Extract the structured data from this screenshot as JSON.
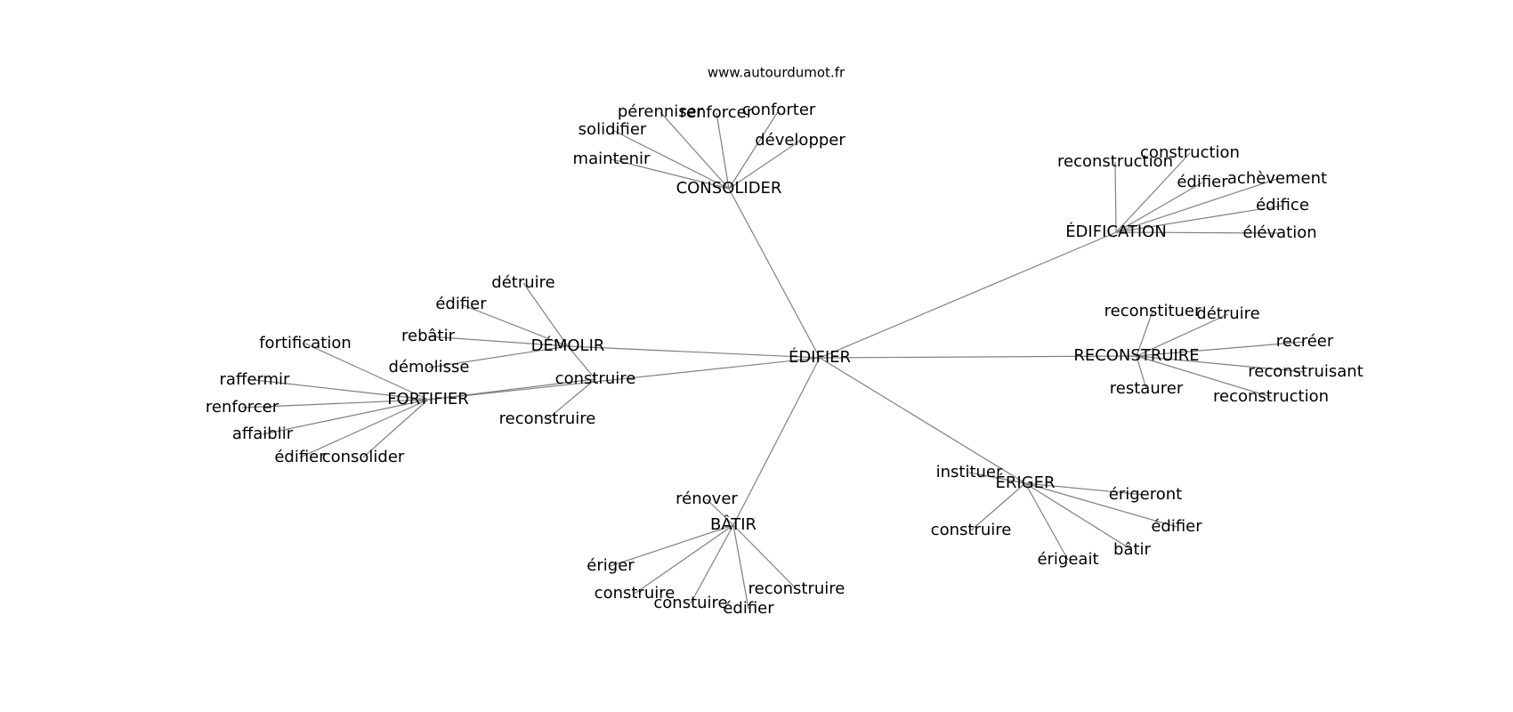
{
  "site": {
    "watermark": "www.autourdumot.fr"
  },
  "graph": {
    "center": "ÉDIFIER",
    "nodes": [
      {
        "id": "edifier_c",
        "label": "ÉDIFIER"
      },
      {
        "id": "consolider",
        "label": "CONSOLIDER"
      },
      {
        "id": "c_perenniser",
        "label": "pérenniser"
      },
      {
        "id": "c_renforcer",
        "label": "renforcer"
      },
      {
        "id": "c_conforter",
        "label": "conforter"
      },
      {
        "id": "c_solidifier",
        "label": "solidifier"
      },
      {
        "id": "c_developper",
        "label": "développer"
      },
      {
        "id": "c_maintenir",
        "label": "maintenir"
      },
      {
        "id": "edification",
        "label": "ÉDIFICATION"
      },
      {
        "id": "e_construction",
        "label": "construction"
      },
      {
        "id": "e_reconstruction",
        "label": "reconstruction"
      },
      {
        "id": "e_edifier",
        "label": "édifier"
      },
      {
        "id": "e_achevement",
        "label": "achèvement"
      },
      {
        "id": "e_edifice",
        "label": "édifice"
      },
      {
        "id": "e_elevation",
        "label": "élévation"
      },
      {
        "id": "demolir",
        "label": "DÉMOLIR"
      },
      {
        "id": "d_detruire",
        "label": "détruire"
      },
      {
        "id": "d_edifier",
        "label": "édifier"
      },
      {
        "id": "d_rebatir",
        "label": "rebâtir"
      },
      {
        "id": "d_demolisse",
        "label": "démolisse"
      },
      {
        "id": "d_construire",
        "label": "construire"
      },
      {
        "id": "d_reconstruire",
        "label": "reconstruire"
      },
      {
        "id": "fortifier",
        "label": "FORTIFIER"
      },
      {
        "id": "f_fortification",
        "label": "fortification"
      },
      {
        "id": "f_raffermir",
        "label": "raffermir"
      },
      {
        "id": "f_renforcer",
        "label": "renforcer"
      },
      {
        "id": "f_affaiblir",
        "label": "affaiblir"
      },
      {
        "id": "f_edifier",
        "label": "édifier"
      },
      {
        "id": "f_consolider",
        "label": "consolider"
      },
      {
        "id": "reconstruire",
        "label": "RECONSTRUIRE"
      },
      {
        "id": "r_reconstituer",
        "label": "reconstituer"
      },
      {
        "id": "r_detruire",
        "label": "détruire"
      },
      {
        "id": "r_recreer",
        "label": "recréer"
      },
      {
        "id": "r_reconstruisant",
        "label": "reconstruisant"
      },
      {
        "id": "r_restaurer",
        "label": "restaurer"
      },
      {
        "id": "r_reconstruction",
        "label": "reconstruction"
      },
      {
        "id": "eriger",
        "label": "ÉRIGER"
      },
      {
        "id": "g_instituer",
        "label": "instituer"
      },
      {
        "id": "g_erigeront",
        "label": "érigeront"
      },
      {
        "id": "g_construire",
        "label": "construire"
      },
      {
        "id": "g_edifier",
        "label": "édifier"
      },
      {
        "id": "g_batir",
        "label": "bâtir"
      },
      {
        "id": "g_erigeait",
        "label": "érigeait"
      },
      {
        "id": "batir",
        "label": "BÂTIR"
      },
      {
        "id": "b_renover",
        "label": "rénover"
      },
      {
        "id": "b_eriger",
        "label": "ériger"
      },
      {
        "id": "b_construire",
        "label": "construire"
      },
      {
        "id": "b_constuire",
        "label": "constuire"
      },
      {
        "id": "b_edifier",
        "label": "édifier"
      },
      {
        "id": "b_reconstruire",
        "label": "reconstruire"
      }
    ],
    "edges": [
      [
        "edifier_c",
        "consolider"
      ],
      [
        "edifier_c",
        "edification"
      ],
      [
        "edifier_c",
        "demolir"
      ],
      [
        "edifier_c",
        "fortifier"
      ],
      [
        "edifier_c",
        "reconstruire"
      ],
      [
        "edifier_c",
        "eriger"
      ],
      [
        "edifier_c",
        "batir"
      ],
      [
        "consolider",
        "c_perenniser"
      ],
      [
        "consolider",
        "c_renforcer"
      ],
      [
        "consolider",
        "c_conforter"
      ],
      [
        "consolider",
        "c_solidifier"
      ],
      [
        "consolider",
        "c_developper"
      ],
      [
        "consolider",
        "c_maintenir"
      ],
      [
        "edification",
        "e_construction"
      ],
      [
        "edification",
        "e_reconstruction"
      ],
      [
        "edification",
        "e_edifier"
      ],
      [
        "edification",
        "e_achevement"
      ],
      [
        "edification",
        "e_edifice"
      ],
      [
        "edification",
        "e_elevation"
      ],
      [
        "demolir",
        "d_detruire"
      ],
      [
        "demolir",
        "d_edifier"
      ],
      [
        "demolir",
        "d_rebatir"
      ],
      [
        "demolir",
        "d_demolisse"
      ],
      [
        "demolir",
        "d_construire"
      ],
      [
        "fortifier",
        "d_construire"
      ],
      [
        "fortifier",
        "f_fortification"
      ],
      [
        "fortifier",
        "f_raffermir"
      ],
      [
        "fortifier",
        "f_renforcer"
      ],
      [
        "fortifier",
        "f_affaiblir"
      ],
      [
        "fortifier",
        "f_edifier"
      ],
      [
        "fortifier",
        "f_consolider"
      ],
      [
        "d_construire",
        "d_reconstruire"
      ],
      [
        "reconstruire",
        "r_reconstituer"
      ],
      [
        "reconstruire",
        "r_detruire"
      ],
      [
        "reconstruire",
        "r_recreer"
      ],
      [
        "reconstruire",
        "r_reconstruisant"
      ],
      [
        "reconstruire",
        "r_restaurer"
      ],
      [
        "reconstruire",
        "r_reconstruction"
      ],
      [
        "eriger",
        "g_instituer"
      ],
      [
        "eriger",
        "g_erigeront"
      ],
      [
        "eriger",
        "g_construire"
      ],
      [
        "eriger",
        "g_edifier"
      ],
      [
        "eriger",
        "g_batir"
      ],
      [
        "eriger",
        "g_erigeait"
      ],
      [
        "batir",
        "b_renover"
      ],
      [
        "batir",
        "b_eriger"
      ],
      [
        "batir",
        "b_construire"
      ],
      [
        "batir",
        "b_constuire"
      ],
      [
        "batir",
        "b_edifier"
      ],
      [
        "batir",
        "b_reconstruire"
      ]
    ]
  }
}
